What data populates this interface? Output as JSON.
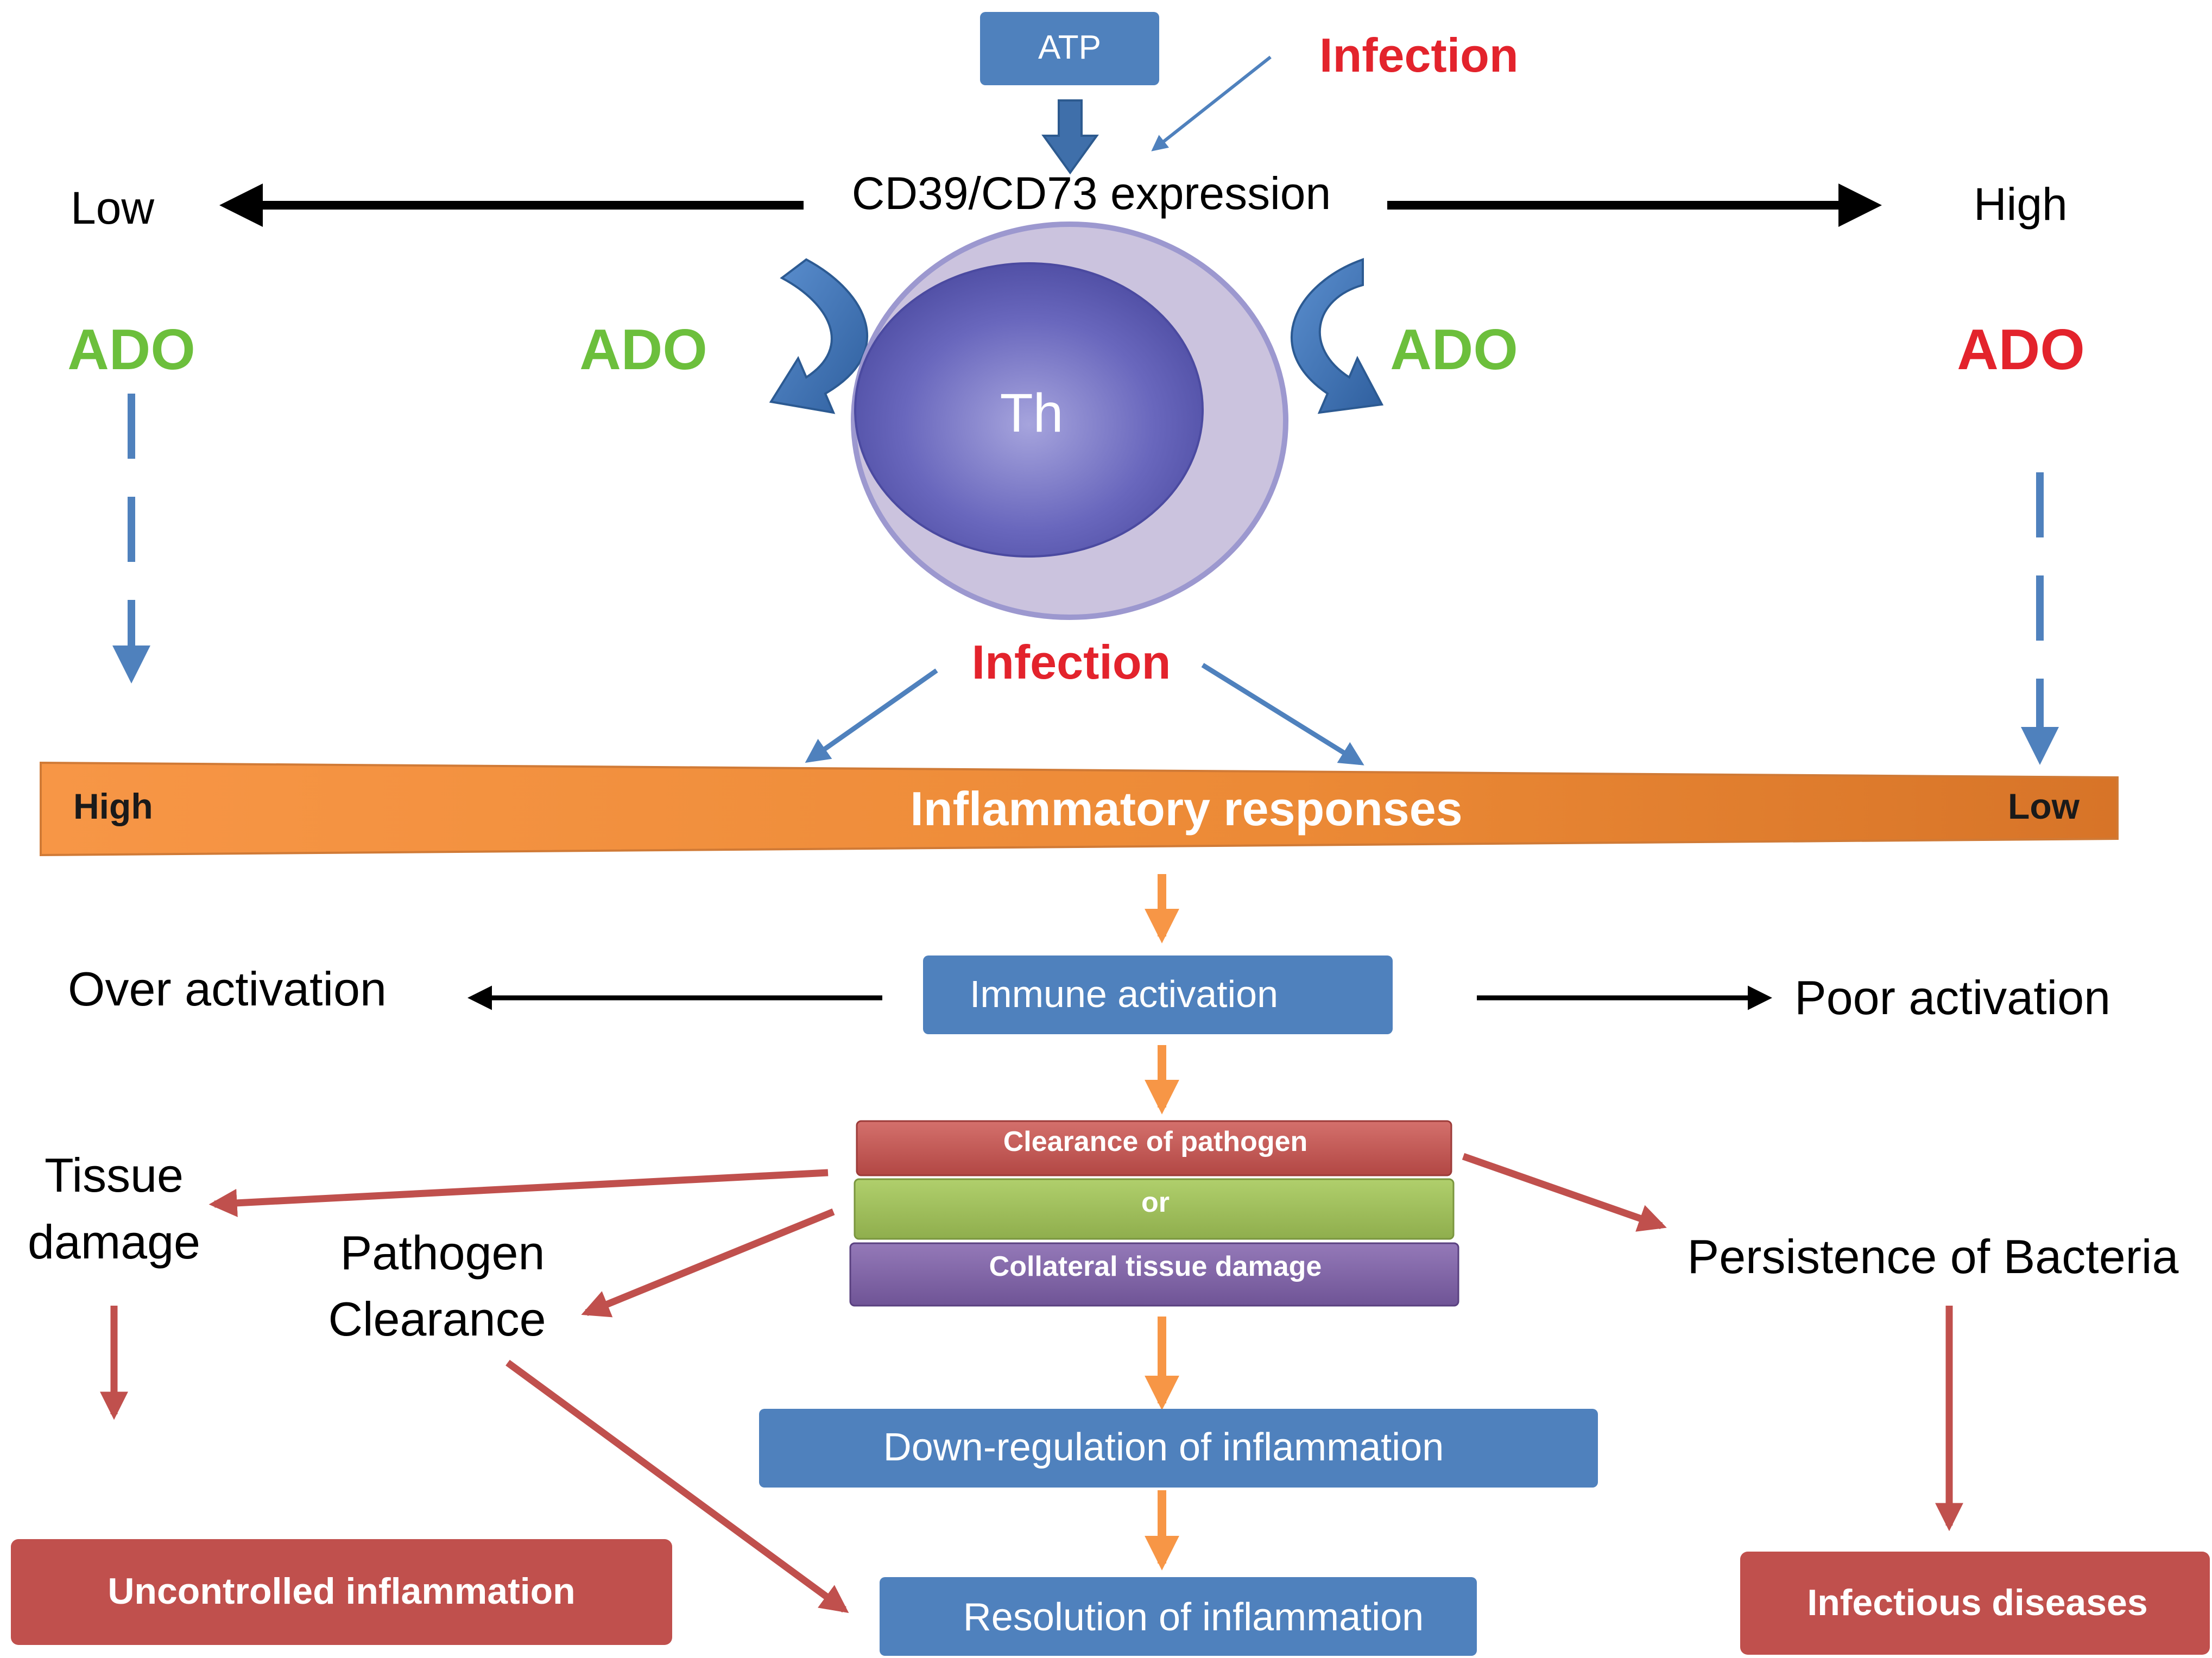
{
  "top": {
    "atp_label": "ATP",
    "infection_label": "Infection",
    "expression_label": "CD39/CD73 expression",
    "low_label": "Low",
    "high_label": "High"
  },
  "ado": {
    "far_left": "ADO",
    "left": "ADO",
    "right": "ADO",
    "far_right": "ADO"
  },
  "cell": {
    "label": "Th"
  },
  "middle": {
    "infection_label": "Infection"
  },
  "inflammatory_bar": {
    "label": "Inflammatory responses",
    "left_label": "High",
    "right_label": "Low"
  },
  "activation": {
    "center_label": "Immune activation",
    "left_label": "Over activation",
    "right_label": "Poor activation"
  },
  "stack": {
    "top_label": "Clearance of pathogen",
    "middle_label": "or",
    "bottom_label": "Collateral tissue damage"
  },
  "outcomes": {
    "tissue_damage_line1": "Tissue",
    "tissue_damage_line2": "damage",
    "pathogen_clearance_line1": "Pathogen",
    "pathogen_clearance_line2": "Clearance",
    "persistence": "Persistence of Bacteria",
    "down_regulation": "Down-regulation of inflammation",
    "resolution": "Resolution of inflammation",
    "uncontrolled": "Uncontrolled inflammation",
    "infectious": "Infectious diseases"
  },
  "colors": {
    "blue_box": "#4f81bd",
    "red_box": "#c0504d",
    "green_box": "#9bbb59",
    "purple_box": "#8064a2",
    "orange_bar": "#f79646",
    "ado_green": "#6cbf3c",
    "ado_red": "#e3232c",
    "infection_red": "#e3232c",
    "arrow_red": "#c0504d",
    "arrow_blue": "#4f81bd",
    "arrow_orange": "#f79646"
  }
}
